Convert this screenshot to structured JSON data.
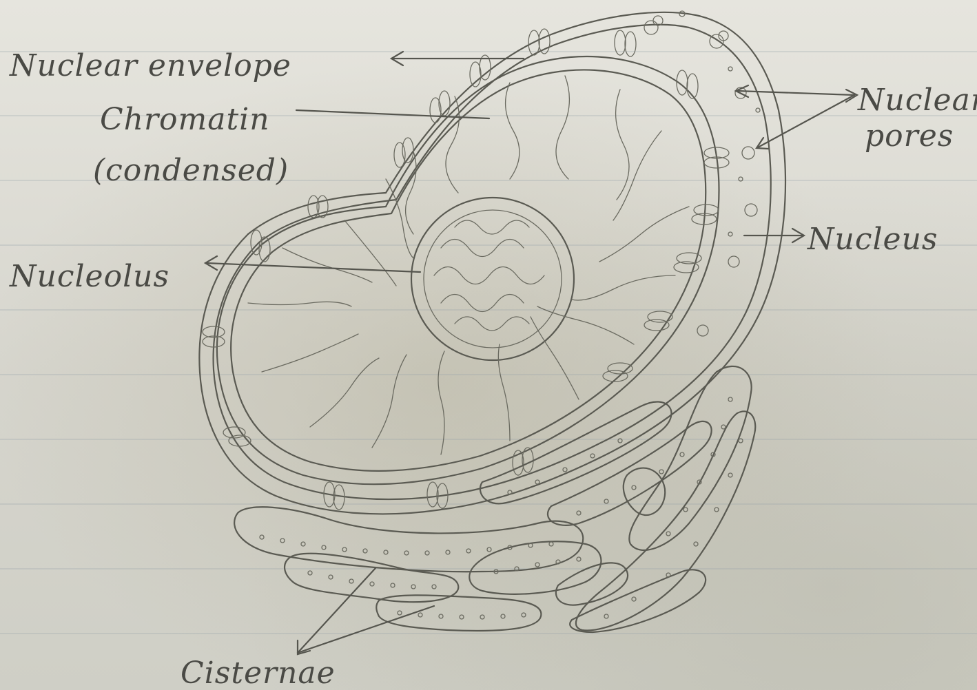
{
  "labels": {
    "nuclear_envelope": "Nuclear envelope",
    "chromatin_1": "Chromatin",
    "chromatin_2": "(condensed)",
    "nucleolus": "Nucleolus",
    "nuclear_pores_1": "Nuclear",
    "nuclear_pores_2": "pores",
    "nucleus": "Nucleus",
    "cisternae": "Cisternae"
  },
  "colors": {
    "paper": "#dcdcd3",
    "pencil": "#5a5a52"
  }
}
